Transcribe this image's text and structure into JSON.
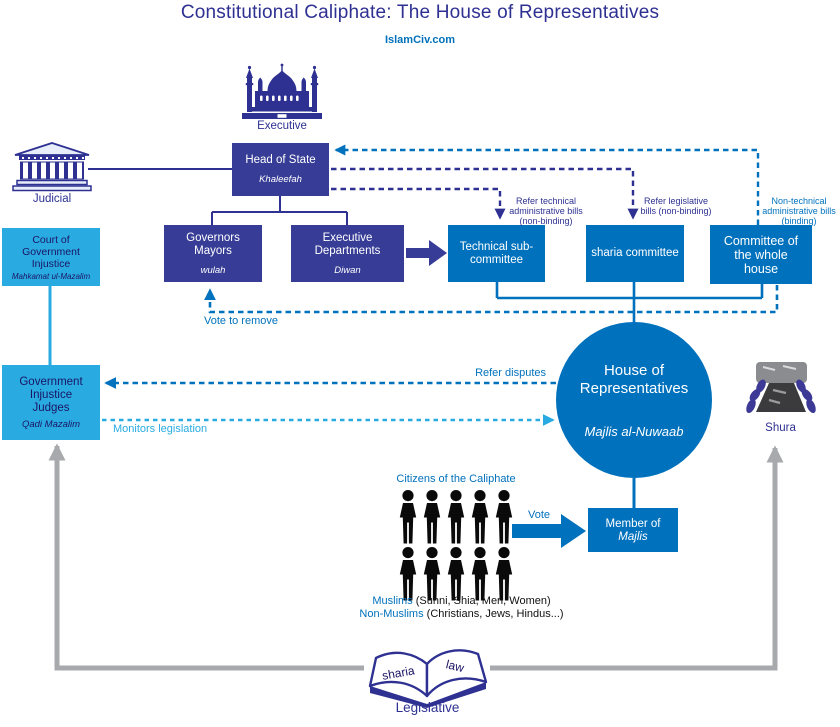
{
  "page": {
    "title": "Constitutional Caliphate: The House of Representatives",
    "site": "IslamCiv.com"
  },
  "branch_labels": {
    "executive": "Executive",
    "judicial": "Judicial",
    "legislative": "Legislative",
    "shura": "Shura"
  },
  "nodes": {
    "head_of_state": {
      "title": "Head of State",
      "subtitle": "Khaleefah"
    },
    "court_of_government_injustice": {
      "title": "Court of Government Injustice",
      "subtitle": "Mahkamat ul-Mazalim"
    },
    "governors_mayors": {
      "title": "Governors Mayors",
      "subtitle": "wulah"
    },
    "executive_departments": {
      "title": "Executive Departments",
      "subtitle": "Diwan"
    },
    "technical_sub_committee": {
      "title": "Technical sub-committee"
    },
    "sharia_committee": {
      "title": "sharia committee"
    },
    "committee_of_the_whole_house": {
      "title": "Committee of the whole house"
    },
    "government_injustice_judges": {
      "title": "Government Injustice Judges",
      "subtitle": "Qadi Mazalim"
    },
    "house_of_representatives": {
      "title": "House of Representatives",
      "subtitle": "Majlis al-Nuwaab"
    },
    "member_of_majlis": {
      "title": "Member of",
      "subtitle": "Majlis"
    }
  },
  "edge_labels": {
    "refer_technical": "Refer technical administrative bills (non-binding)",
    "refer_legislative": "Refer legislative bills (non-binding)",
    "non_technical_binding": "Non-technical administrative bills (binding)",
    "vote_to_remove": "Vote to remove",
    "refer_disputes": "Refer disputes",
    "monitors_legislation": "Monitors legislation",
    "vote": "Vote"
  },
  "citizens": {
    "heading": "Citizens of the Caliphate",
    "muslims_term": "Muslims",
    "muslims_detail": " (Sunni, Shia, Men, Women)",
    "non_muslims_term": "Non-Muslims",
    "non_muslims_detail": " (Christians, Jews, Hindus...)"
  },
  "book": {
    "left_page": "sharia",
    "right_page": "law"
  },
  "colors": {
    "navy": "#2E3192",
    "box_navy": "#373D96",
    "blue": "#0071BC",
    "cyan": "#29ABE2",
    "gray": "#A7A9AC"
  }
}
